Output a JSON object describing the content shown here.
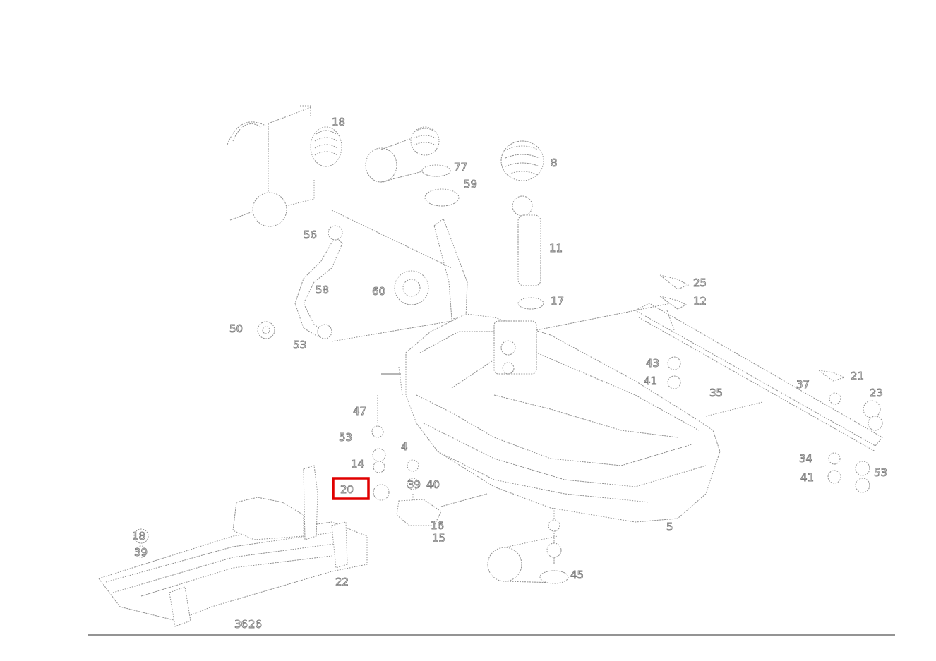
{
  "figure": {
    "highlight_color": "#e00000",
    "line_color": "#8f8f8f",
    "highlighted_callout": "20"
  },
  "callouts": [
    "18",
    "77",
    "59",
    "8",
    "11",
    "56",
    "58",
    "60",
    "50",
    "53",
    "17",
    "25",
    "12",
    "43",
    "41",
    "35",
    "37",
    "21",
    "23",
    "47",
    "53",
    "14",
    "20",
    "4",
    "39",
    "40",
    "34",
    "41",
    "53",
    "16",
    "15",
    "22",
    "5",
    "18",
    "39",
    "36",
    "26",
    "45"
  ]
}
